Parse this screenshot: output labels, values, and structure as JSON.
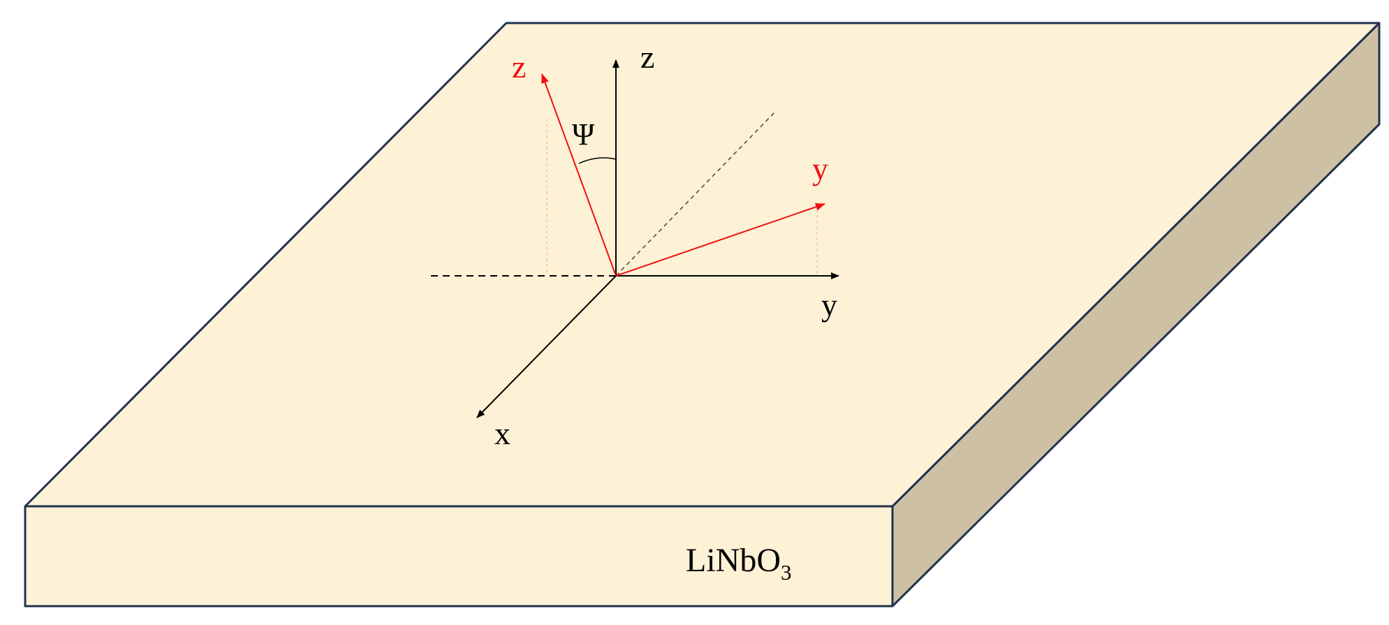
{
  "material": {
    "name_base": "LiNbO",
    "name_subscript": "3"
  },
  "axes": {
    "original": {
      "x": "x",
      "y": "y",
      "z": "z"
    },
    "rotated": {
      "y": "y",
      "z": "z"
    },
    "angle_symbol": "Ψ"
  },
  "colors": {
    "top_face": "#fdf1d6",
    "side_face": "#cec1a3",
    "edge": "#1f3250",
    "original_axes": "#000000",
    "rotated_axes": "#ee1111",
    "projection": "#f5c6a8"
  }
}
